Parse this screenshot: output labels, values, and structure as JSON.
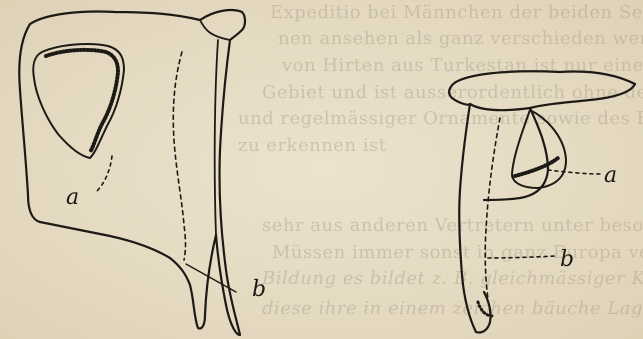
{
  "figure": {
    "left": {
      "label_a": "a",
      "label_b": "b"
    },
    "right": {
      "label_a": "a",
      "label_b": "b"
    }
  },
  "show_through_text": [
    "Expeditio bei Männchen der beiden Seiten und ihr",
    "nen ansehen als ganz verschieden werden zu kön",
    "von Hirten aus Turkestan ist nur einen viel gene",
    "Gebiet und ist ausserordentlich ohne den B",
    "und regelmässiger Ornamente sowie des Elephanten",
    "zu erkennen ist",
    "sehr aus anderen Vertretern unter besonders d",
    "Müssen immer sonst in ganz Europa verbreitet",
    "Bildung es bildet z. B. gleichmässiger Kopf. In",
    "diese ihre in einem zeichen bäuche Lagen gezei"
  ]
}
